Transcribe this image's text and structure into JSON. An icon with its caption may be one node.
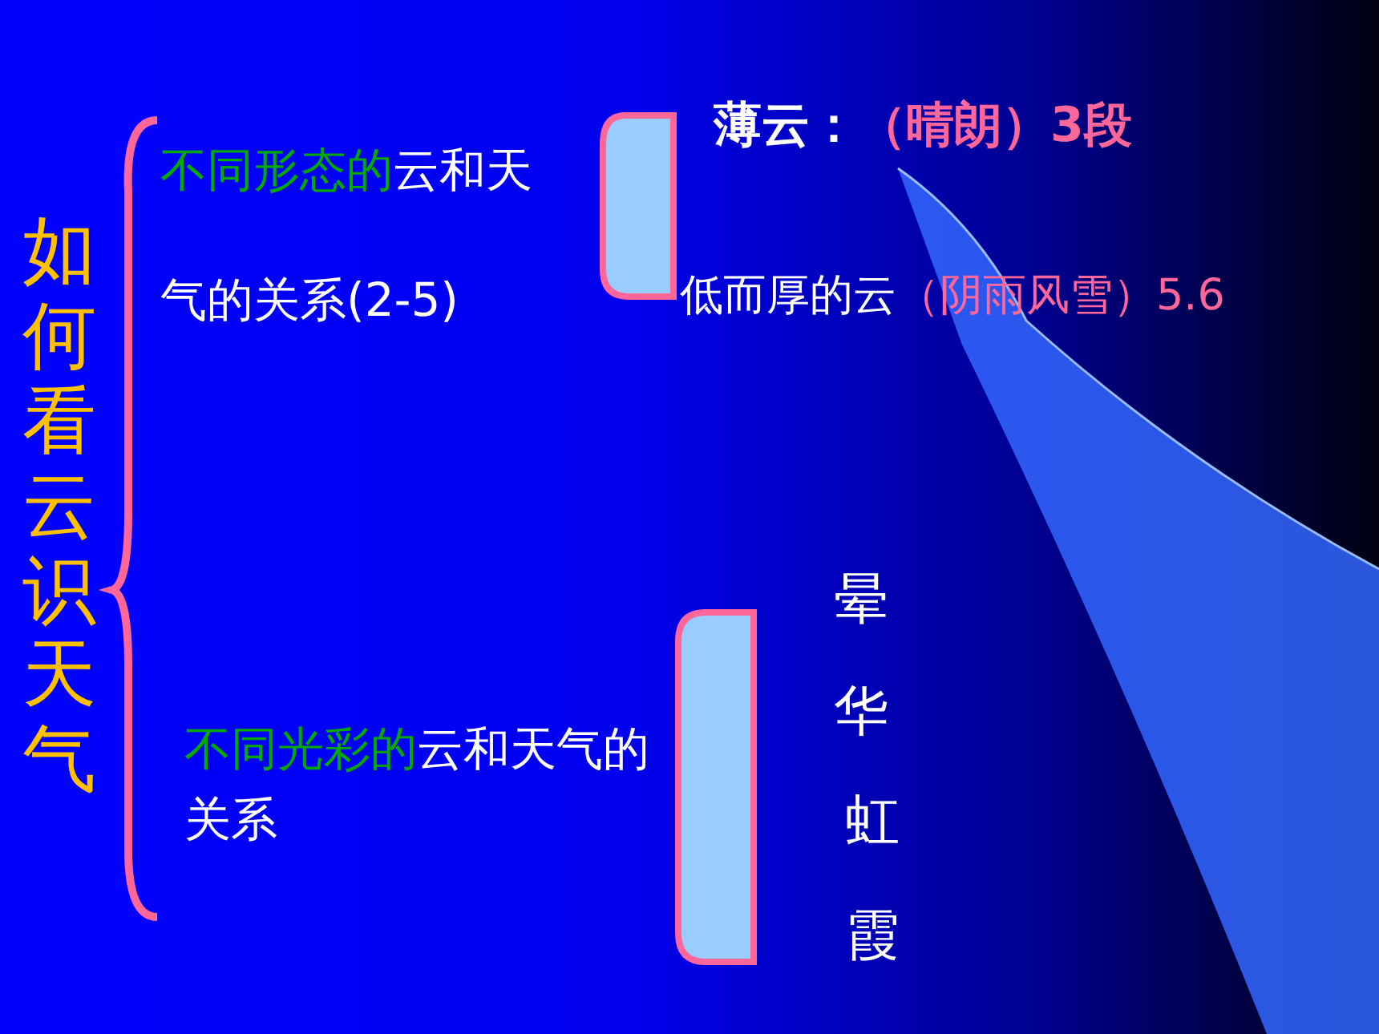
{
  "diagram": {
    "nodes": [
      {
        "text": [
          "如何看云识天气"
        ]
      },
      {
        "text": [
          "不同形态的",
          "云和天气的关系(2-5)"
        ]
      },
      {
        "text": [
          "薄云：",
          "（晴朗）3段"
        ]
      },
      {
        "text": [
          "低而厚的云",
          "（阴雨风雪）5.6"
        ]
      },
      {
        "text": [
          "不同光彩的",
          "云和天气的关系"
        ]
      },
      {
        "text": [
          "晕"
        ]
      },
      {
        "text": [
          "华"
        ]
      },
      {
        "text": [
          "虹"
        ]
      },
      {
        "text": [
          "霞"
        ]
      }
    ],
    "edges": []
  }
}
